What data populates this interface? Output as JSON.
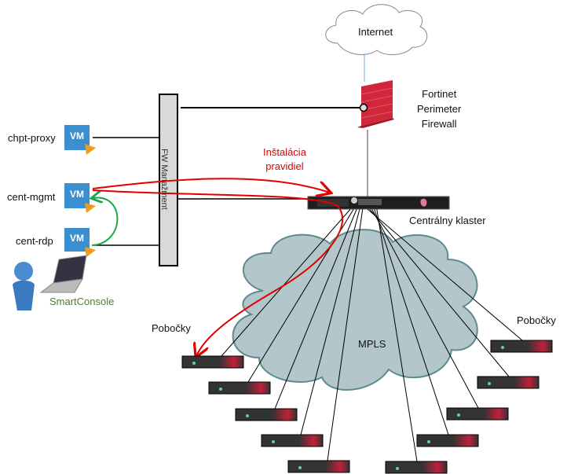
{
  "internet": "Internet",
  "firewall": {
    "line1": "Fortinet",
    "line2": "Perimeter",
    "line3": "Firewall"
  },
  "fw_mgmt": "FW Manažment",
  "install": {
    "line1": "Inštalácia",
    "line2": "pravidiel"
  },
  "cluster": "Centrálny klaster",
  "vms": [
    {
      "name": "chpt-proxy",
      "badge": "VM"
    },
    {
      "name": "cent-mgmt",
      "badge": "VM"
    },
    {
      "name": "cent-rdp",
      "badge": "VM"
    }
  ],
  "smartconsole": "SmartConsole",
  "mpls": "MPLS",
  "branches_left": "Pobočky",
  "branches_right": "Pobočky",
  "colors": {
    "vm": "#3a8fd0",
    "red_arrow": "#e00000",
    "green_arrow": "#1aa84a",
    "cloud": "#b3c6c9",
    "firewall": "#d0283a",
    "smartconsole": "#4a7f2a"
  }
}
